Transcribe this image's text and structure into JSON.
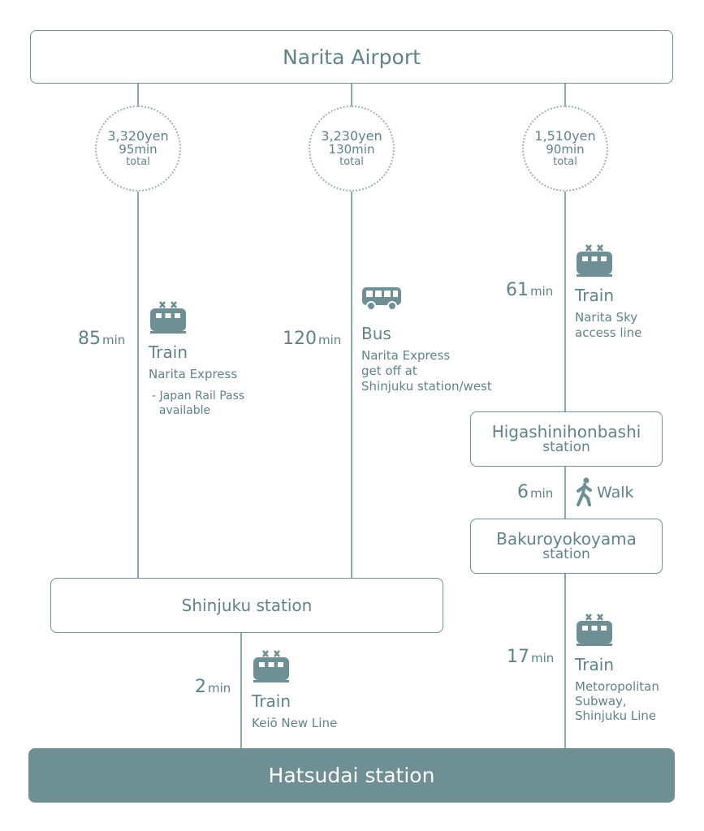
{
  "colors": {
    "accent": "#6e9095",
    "text": "#5f8388",
    "line": "#8aa7ab",
    "final_bg": "#6e9095"
  },
  "origin": "Narita Airport",
  "destination": "Hatsudai station",
  "routes": [
    {
      "summary": {
        "cost": "3,320",
        "cost_unit": "yen",
        "time": "95",
        "time_unit": "min",
        "total": "total"
      },
      "leg": {
        "duration": "85",
        "unit": "min",
        "icon": "train-icon",
        "mode": "Train",
        "detail": "Narita Express",
        "note_dash": "-",
        "note_line1": "Japan Rail Pass",
        "note_line2": "available"
      }
    },
    {
      "summary": {
        "cost": "3,230",
        "cost_unit": "yen",
        "time": "130",
        "time_unit": "min",
        "total": "total"
      },
      "leg": {
        "duration": "120",
        "unit": "min",
        "icon": "bus-icon",
        "mode": "Bus",
        "detail_line1": "Narita Express",
        "detail_line2": "get off at",
        "detail_line3": "Shinjuku station/west"
      }
    },
    {
      "summary": {
        "cost": "1,510",
        "cost_unit": "yen",
        "time": "90",
        "time_unit": "min",
        "total": "total"
      },
      "leg1": {
        "duration": "61",
        "unit": "min",
        "icon": "train-icon",
        "mode": "Train",
        "detail_line1": "Narita Sky",
        "detail_line2": "access line"
      },
      "stop1": {
        "line1": "Higashinihonbashi",
        "line2": "station"
      },
      "walk": {
        "duration": "6",
        "unit": "min",
        "icon": "walk-icon",
        "mode": "Walk"
      },
      "stop2": {
        "line1": "Bakuroyokoyama",
        "line2": "station"
      },
      "leg2": {
        "duration": "17",
        "unit": "min",
        "icon": "train-icon",
        "mode": "Train",
        "detail_line1": "Metoropolitan",
        "detail_line2": "Subway,",
        "detail_line3": "Shinjuku Line"
      }
    }
  ],
  "shinjuku": {
    "label": "Shinjuku station",
    "leg": {
      "duration": "2",
      "unit": "min",
      "icon": "train-icon",
      "mode": "Train",
      "detail": "Keiō New Line"
    }
  }
}
